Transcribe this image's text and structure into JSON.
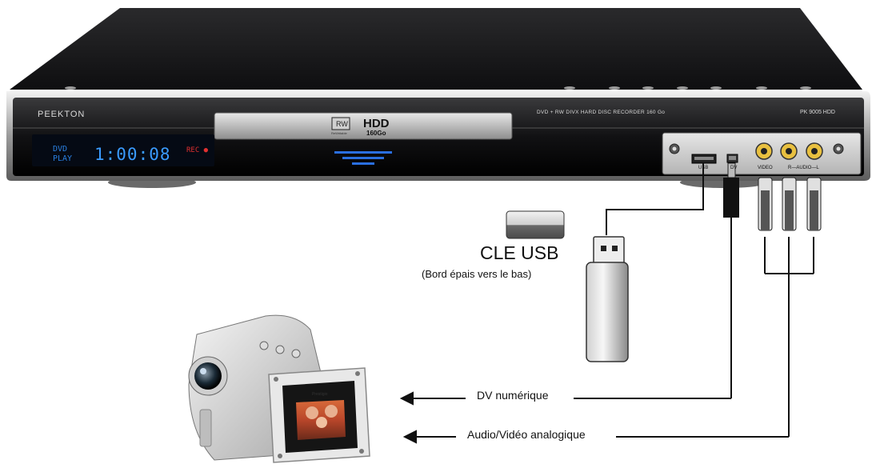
{
  "device": {
    "brand": "PEEKTON",
    "description": "DVD + RW DIVX HARD DISC RECORDER 160 Go",
    "model": "PK 9005 HDD",
    "display": {
      "mode": "DVD",
      "status": "PLAY",
      "time": "1:00:08",
      "rec": "REC"
    },
    "tray_badge": {
      "rw": "RW",
      "rw_sub": "ReWritable",
      "hdd": "HDD",
      "capacity": "160Go"
    },
    "ports": {
      "usb": "USB",
      "dv": "DV",
      "video": "VIDEO",
      "audio": "R—AUDIO—L"
    }
  },
  "usb_key": {
    "title": "CLE USB",
    "subtitle": "(Bord épais vers le bas)"
  },
  "connections": {
    "dv": "DV numérique",
    "av": "Audio/Vidéo analogique"
  },
  "camera": {
    "brand": "Prestigio"
  },
  "colors": {
    "lcd": "#3a9bff",
    "rec": "#e03030",
    "device_body": "#1c1c1e",
    "blue_glow": "#2a6fe0"
  }
}
